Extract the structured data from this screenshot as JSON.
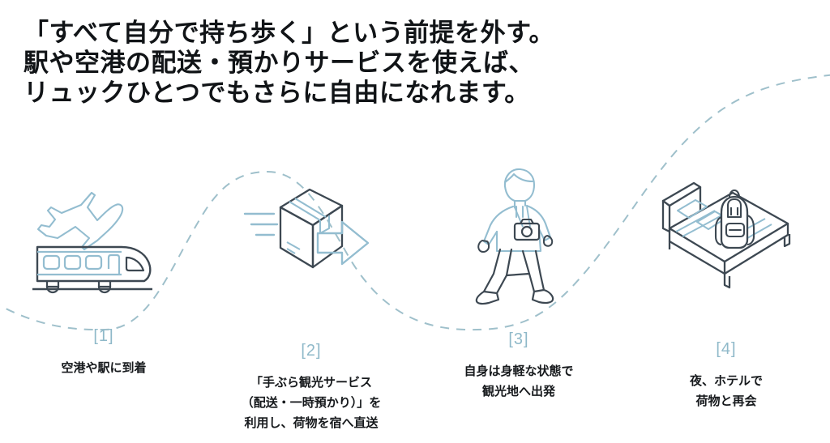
{
  "headline": {
    "lines": [
      "「すべて自分で持ち歩く」という前提を外す。",
      "駅や空港の配送・預かりサービスを使えば、",
      "リュックひとつでもさらに自由になれます。"
    ]
  },
  "colors": {
    "accent_blue": "#8fb9c9",
    "line_dark": "#3d4852",
    "icon_light_blue": "#93bdd0",
    "dashed_path": "#9fc0cb",
    "text_dark": "#16191c",
    "background": "#ffffff"
  },
  "journey_path": {
    "style": "dashed-wave",
    "description": "点線の波線が4つのステップ番号をつなぐ"
  },
  "steps": [
    {
      "number": "[1]",
      "icon": "airplane-and-train-icon",
      "caption_lines": [
        "空港や駅に到着"
      ]
    },
    {
      "number": "[2]",
      "icon": "parcel-delivery-icon",
      "caption_lines": [
        "「手ぶら観光サービス",
        "（配送・一時預かり）」を",
        "利用し、荷物を宿へ直送"
      ]
    },
    {
      "number": "[3]",
      "icon": "walking-traveler-icon",
      "caption_lines": [
        "自身は身軽な状態で",
        "観光地へ出発"
      ]
    },
    {
      "number": "[4]",
      "icon": "bed-with-backpack-icon",
      "caption_lines": [
        "夜、ホテルで",
        "荷物と再会"
      ]
    }
  ]
}
